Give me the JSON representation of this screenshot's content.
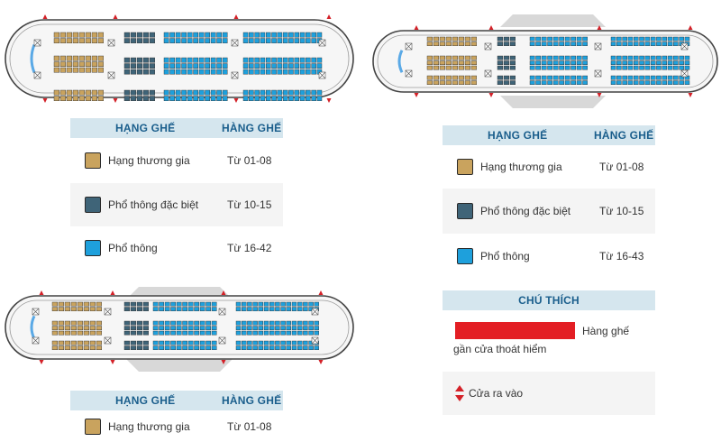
{
  "colors": {
    "business": "#c9a35e",
    "premium": "#3f6478",
    "economy": "#1ea0dc",
    "header_bg": "#d5e6ee",
    "header_text": "#1a5e8c",
    "exit_row": "#e31e24",
    "door": "#d42128"
  },
  "legend_a": {
    "col1": "HẠNG GHẾ",
    "col2": "HÀNG GHẾ",
    "rows": [
      {
        "label": "Hạng thương gia",
        "range": "Từ 01-08",
        "color_key": "business"
      },
      {
        "label": "Phổ thông đặc biệt",
        "range": "Từ 10-15",
        "color_key": "premium"
      },
      {
        "label": "Phổ thông",
        "range": "Từ 16-42",
        "color_key": "economy"
      }
    ]
  },
  "legend_b": {
    "col1": "HẠNG GHẾ",
    "col2": "HÀNG GHẾ",
    "rows": [
      {
        "label": "Hạng thương gia",
        "range": "Từ 01-08",
        "color_key": "business"
      },
      {
        "label": "Phổ thông đặc biệt",
        "range": "Từ 10-15",
        "color_key": "premium"
      },
      {
        "label": "Phổ thông",
        "range": "Từ 16-43",
        "color_key": "economy"
      }
    ]
  },
  "legend_c": {
    "col1": "HẠNG GHẾ",
    "col2": "HÀNG GHẾ",
    "rows": [
      {
        "label": "Hạng thương gia",
        "range": "Từ 01-08",
        "color_key": "business"
      }
    ]
  },
  "key": {
    "title": "CHÚ THÍCH",
    "exit_label_1": "Hàng ghế",
    "exit_label_2": "gần cửa thoát hiểm",
    "door_label": "Cửa ra vào"
  }
}
